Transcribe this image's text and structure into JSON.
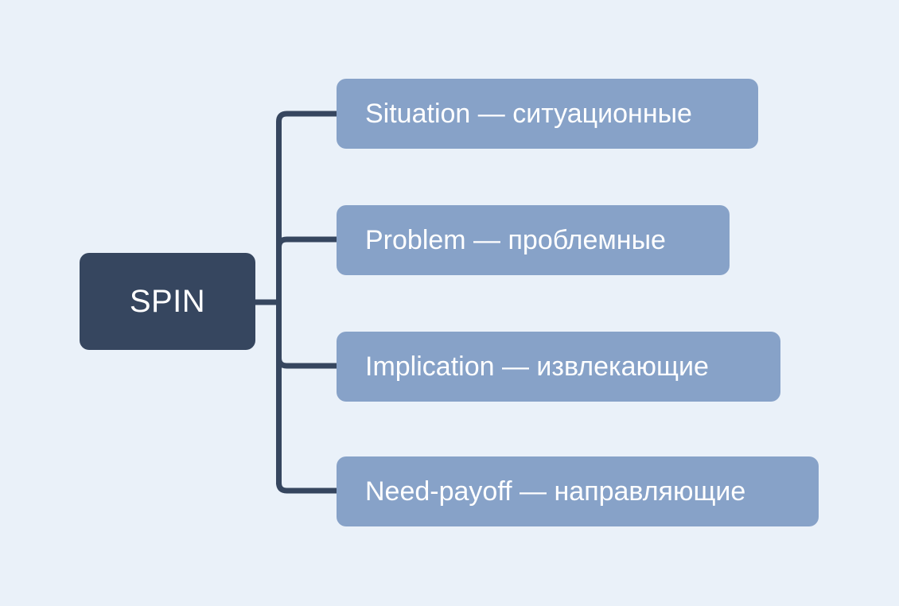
{
  "diagram": {
    "type": "mind-map",
    "title": "SPIN",
    "background_color": "#eaf1f9",
    "root": {
      "label": "SPIN",
      "fill_color": "#36465f",
      "text_color": "#ffffff"
    },
    "connector": {
      "color": "#36465f",
      "stroke_width": 7,
      "style": "rounded-orthogonal"
    },
    "branch_style": {
      "fill_color": "#87a2c8",
      "text_color": "#ffffff"
    },
    "branches": [
      {
        "label": "Situation — ситуационные"
      },
      {
        "label": "Problem — проблемные"
      },
      {
        "label": "Implication — извлекающие"
      },
      {
        "label": "Need-payoff — направляющие"
      }
    ]
  }
}
